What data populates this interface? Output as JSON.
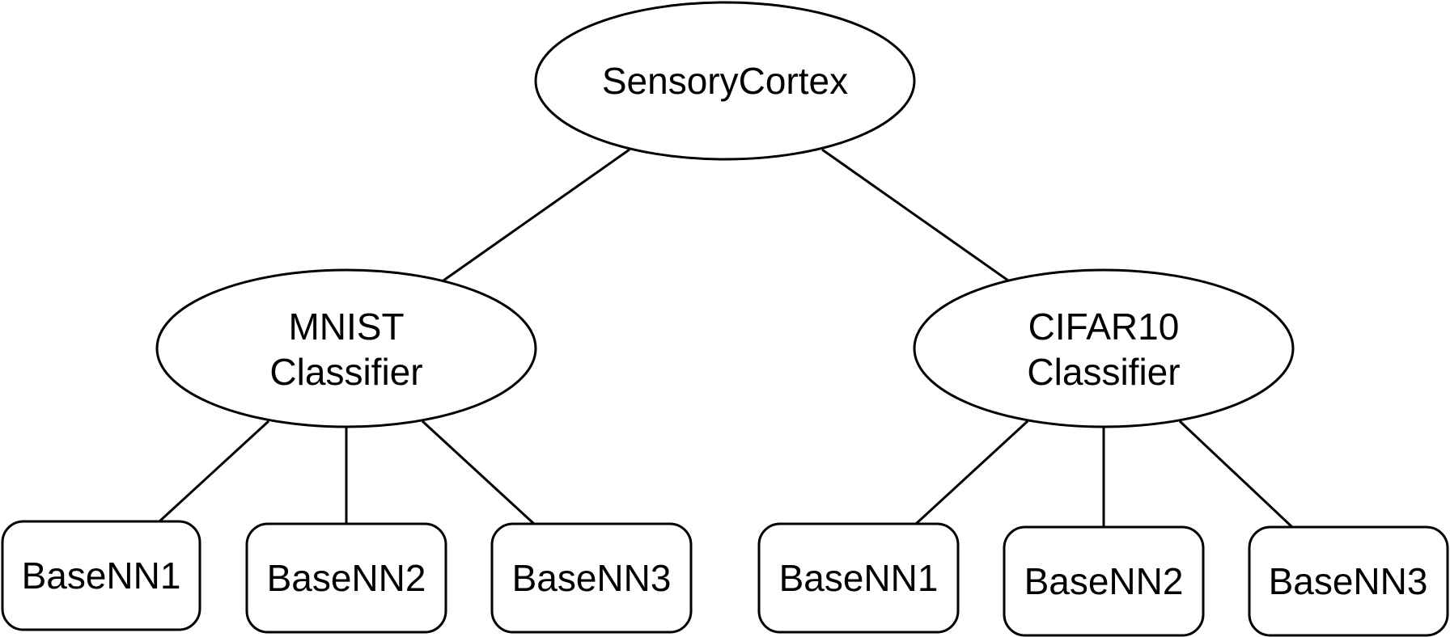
{
  "diagram": {
    "root": {
      "label": "SensoryCortex"
    },
    "classifiers": [
      {
        "line1": "MNIST",
        "line2": "Classifier",
        "children": [
          "BaseNN1",
          "BaseNN2",
          "BaseNN3"
        ]
      },
      {
        "line1": "CIFAR10",
        "line2": "Classifier",
        "children": [
          "BaseNN1",
          "BaseNN2",
          "BaseNN3"
        ]
      }
    ],
    "style": {
      "stroke": "#000000",
      "fill": "#ffffff"
    }
  }
}
